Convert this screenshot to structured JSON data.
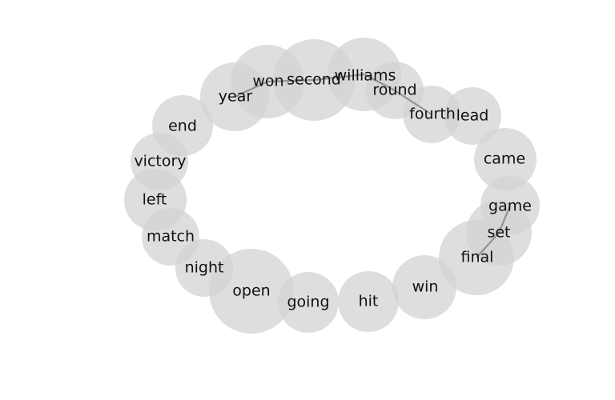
{
  "diagram": {
    "type": "word-bubble-network",
    "colors": {
      "bubble_fill": "#d3d3d3",
      "edge": "#8c8c8c",
      "label": "#111111",
      "background": "#ffffff"
    },
    "nodes": [
      {
        "id": "williams",
        "label": "williams"
      },
      {
        "id": "second",
        "label": "second"
      },
      {
        "id": "won",
        "label": "won"
      },
      {
        "id": "year",
        "label": "year"
      },
      {
        "id": "round",
        "label": "round"
      },
      {
        "id": "fourth",
        "label": "fourth"
      },
      {
        "id": "lead",
        "label": "lead"
      },
      {
        "id": "end",
        "label": "end"
      },
      {
        "id": "victory",
        "label": "victory"
      },
      {
        "id": "left",
        "label": "left"
      },
      {
        "id": "came",
        "label": "came"
      },
      {
        "id": "game",
        "label": "game"
      },
      {
        "id": "set",
        "label": "set"
      },
      {
        "id": "match",
        "label": "match"
      },
      {
        "id": "final",
        "label": "final"
      },
      {
        "id": "night",
        "label": "night"
      },
      {
        "id": "open",
        "label": "open"
      },
      {
        "id": "win",
        "label": "win"
      },
      {
        "id": "going",
        "label": "going"
      },
      {
        "id": "hit",
        "label": "hit"
      }
    ],
    "edges": [
      {
        "source": "year",
        "target": "won"
      },
      {
        "source": "won",
        "target": "second"
      },
      {
        "source": "second",
        "target": "williams"
      },
      {
        "source": "williams",
        "target": "round"
      },
      {
        "source": "round",
        "target": "fourth"
      },
      {
        "source": "game",
        "target": "set"
      },
      {
        "source": "set",
        "target": "final"
      }
    ]
  }
}
